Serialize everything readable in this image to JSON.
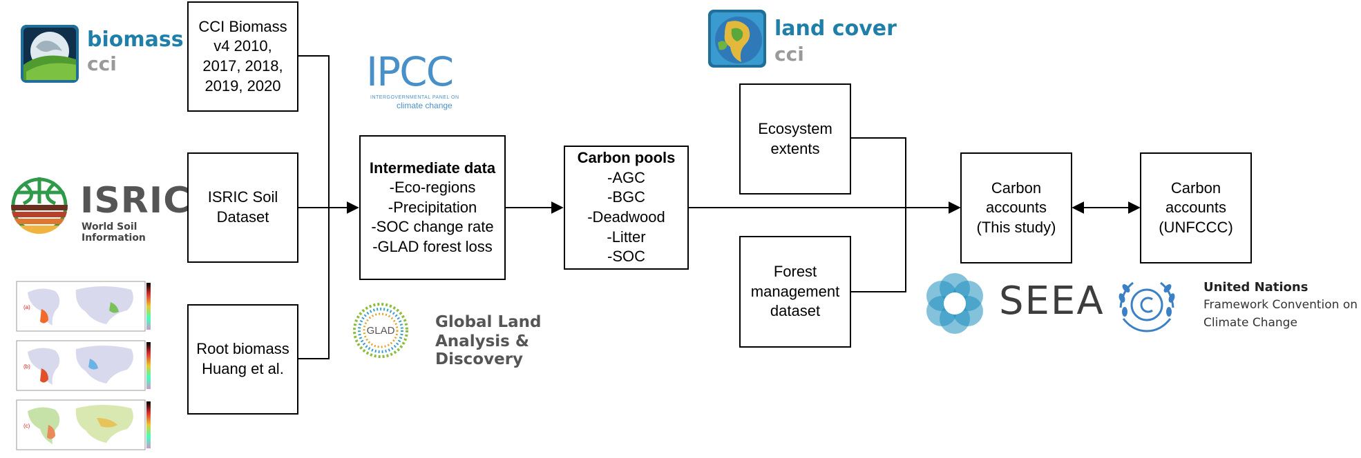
{
  "boxes": {
    "cci_biomass": "CCI Biomass\nv4 2010,\n2017, 2018,\n2019, 2020",
    "isric_soil": "ISRIC Soil\nDataset",
    "root_biomass": "Root biomass\nHuang et al.",
    "intermediate_title": "Intermediate data",
    "intermediate_items": "-Eco-regions\n-Precipitation\n-SOC change rate\n-GLAD forest loss",
    "carbon_pools_title": "Carbon pools",
    "carbon_pools_items": "-AGC\n-BGC\n-Deadwood\n-Litter\n-SOC",
    "ecosystem_extents": "Ecosystem\nextents",
    "forest_management": "Forest\nmanagement\ndataset",
    "carbon_accounts_study": "Carbon\naccounts\n(This study)",
    "carbon_accounts_unfccc": "Carbon\naccounts\n(UNFCCC)"
  },
  "logos": {
    "biomass_cci": {
      "word": "biomass",
      "sub": "cci",
      "color": "#1f7fa8"
    },
    "land_cover_cci": {
      "word": "land cover",
      "sub": "cci",
      "color": "#1f7fa8"
    },
    "isric": {
      "word": "ISRIC",
      "sub": "World Soil Information",
      "color": "#555555"
    },
    "ipcc": {
      "word": "IPCC",
      "sub1": "INTERGOVERNMENTAL PANEL ON",
      "sub2": "climate change",
      "color": "#4a90c8"
    },
    "glad": {
      "word1": "Global Land",
      "word2": "Analysis & Discovery",
      "inner": "GLAD",
      "color": "#555555"
    },
    "seea": {
      "word": "SEEA",
      "color": "#3d3d3d"
    },
    "unfccc": {
      "line1": "United Nations",
      "line2": "Framework Convention on",
      "line3": "Climate Change",
      "color": "#222222"
    }
  },
  "map_panels": [
    "(a)",
    "(b)",
    "(c)"
  ]
}
